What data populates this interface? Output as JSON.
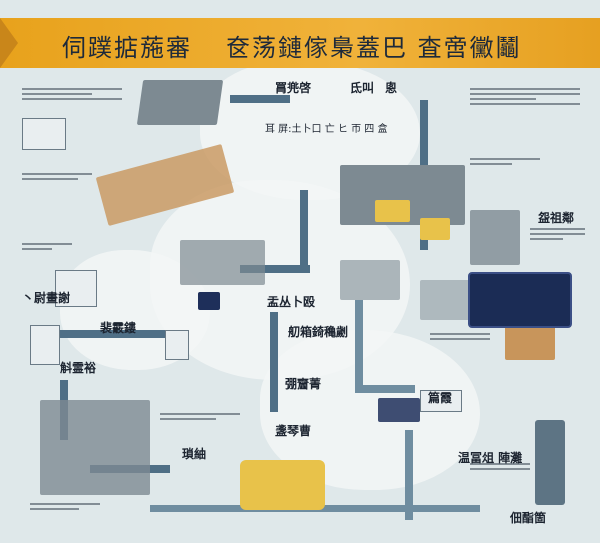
{
  "banner": {
    "title_left": "伺蹼掂葹審",
    "title_right": "奁荡鏈傢梟蓋巴 査啻黴鬮"
  },
  "labels": {
    "top_center": "罥兠啓",
    "top_right_a": "氐叫",
    "top_right_b": "悤",
    "center_band": "耳 屏:土卜口 亡 ヒ 帀 四 盒",
    "mid_left": "裴霰鏤",
    "right_mid": "盌祖鄰",
    "center_a": "盂丛卜殴",
    "center_b": "舠箱錡穐劌",
    "center_c": "弸齏菁",
    "left_box_a": "斛霊裕",
    "left_box_b": "丶尉畫謝",
    "bottom_center": "盞琴曹",
    "right_box": "篇霞",
    "right_lower": "温冨俎 陣灘",
    "bottom_left": "瑣紬",
    "lower_right_label": "佃酯箇"
  },
  "colors": {
    "banner": "#e8a21c",
    "pipe": "#4f6f86",
    "accent_yellow": "#e8c24a",
    "accent_tan": "#c8955b",
    "navy": "#1e2f5a"
  }
}
